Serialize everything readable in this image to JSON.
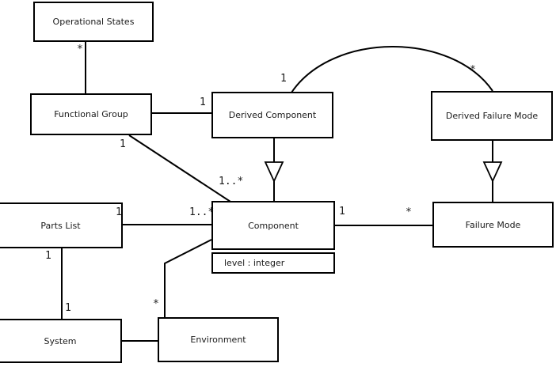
{
  "nodes": {
    "operational_states": {
      "label": "Operational States"
    },
    "functional_group": {
      "label": "Functional Group"
    },
    "derived_component": {
      "label": "Derived Component"
    },
    "derived_failure_mode": {
      "label": "Derived Failure Mode"
    },
    "parts_list": {
      "label": "Parts List"
    },
    "component": {
      "label": "Component",
      "attribute": "level : integer"
    },
    "failure_mode": {
      "label": "Failure Mode"
    },
    "system": {
      "label": "System"
    },
    "environment": {
      "label": "Environment"
    }
  },
  "multiplicities": {
    "os_fg_star": "*",
    "fg_dc_one": "1",
    "fg_comp_one": "1",
    "fg_comp_many": "1..*",
    "pl_comp_one": "1",
    "pl_comp_many": "1..*",
    "comp_fm_one": "1",
    "comp_fm_star": "*",
    "pl_sys_one": "1",
    "sys_pl_one": "1",
    "env_comp_star": "*",
    "dc_dfm_one": "1",
    "dc_dfm_star": "*"
  },
  "edges": [
    {
      "from": "operational_states",
      "to": "functional_group",
      "type": "association",
      "label_at_from": "*"
    },
    {
      "from": "functional_group",
      "to": "derived_component",
      "type": "association",
      "label_at_to": "1"
    },
    {
      "from": "functional_group",
      "to": "component",
      "type": "association",
      "label_at_from": "1",
      "label_at_to": "1..*"
    },
    {
      "from": "parts_list",
      "to": "component",
      "type": "association",
      "label_at_from": "1",
      "label_at_to": "1..*"
    },
    {
      "from": "component",
      "to": "failure_mode",
      "type": "association",
      "label_at_from": "1",
      "label_at_to": "*"
    },
    {
      "from": "parts_list",
      "to": "system",
      "type": "association",
      "label_at_from": "1",
      "label_at_to": "1"
    },
    {
      "from": "system",
      "to": "environment",
      "type": "association"
    },
    {
      "from": "environment",
      "to": "component",
      "type": "association",
      "label_at_from": "*"
    },
    {
      "from": "derived_component",
      "to": "component",
      "type": "generalization"
    },
    {
      "from": "derived_failure_mode",
      "to": "failure_mode",
      "type": "generalization"
    },
    {
      "from": "derived_component",
      "to": "derived_failure_mode",
      "type": "association",
      "label_at_from": "1",
      "label_at_to": "*"
    }
  ],
  "colors": {
    "line": "#000000",
    "text": "#1a1a1a",
    "background": "#ffffff"
  }
}
